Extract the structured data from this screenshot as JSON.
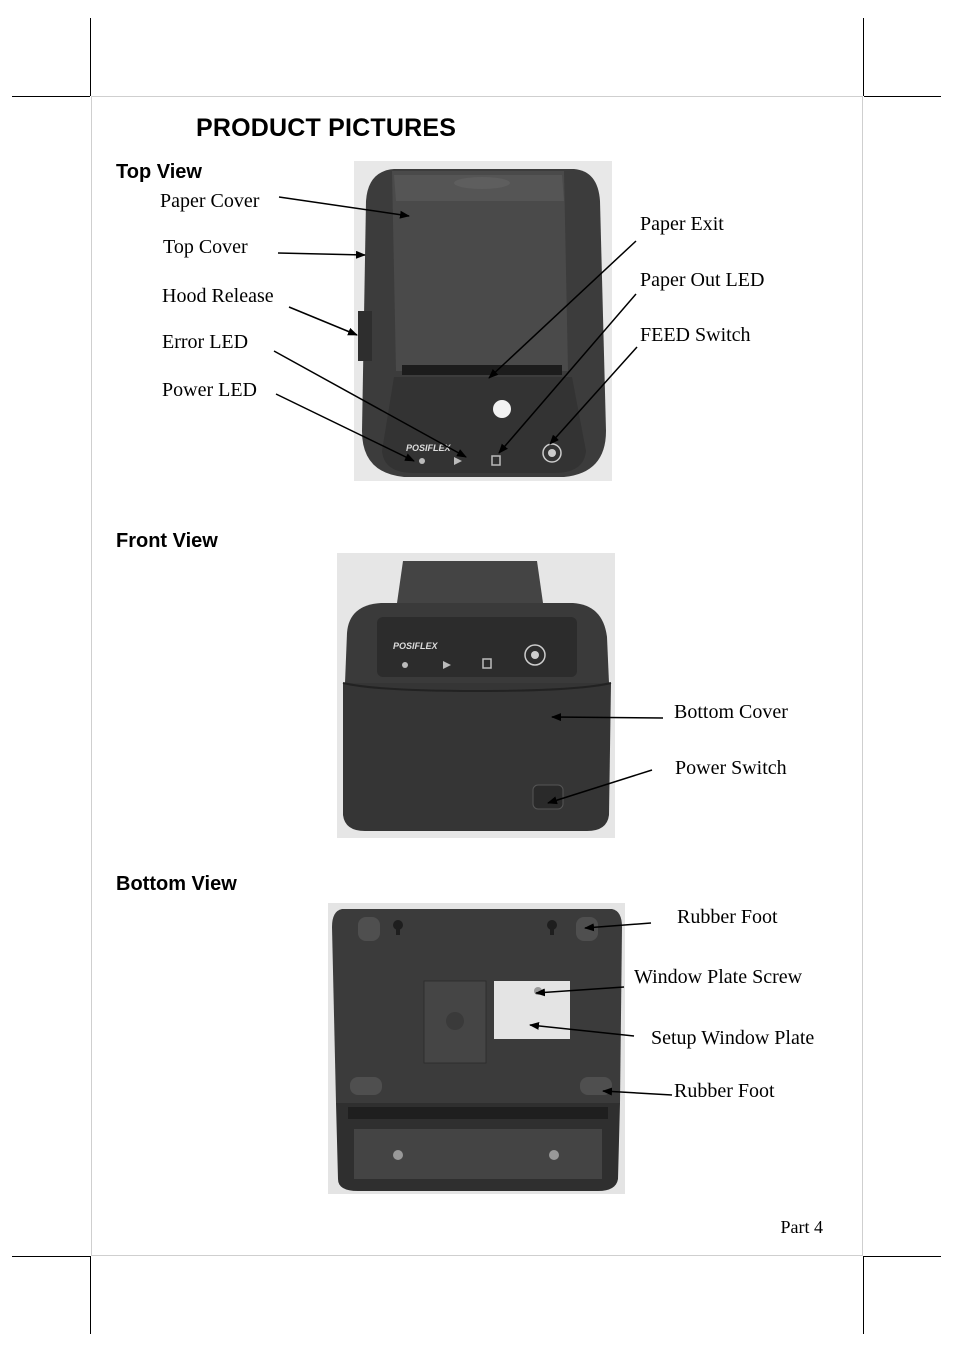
{
  "page": {
    "title": "PRODUCT PICTURES",
    "footer": "Part 4"
  },
  "top_view": {
    "heading": "Top View",
    "labels": {
      "paper_cover": "Paper Cover",
      "top_cover": "Top Cover",
      "hood_release": "Hood Release",
      "error_led": "Error LED",
      "power_led": "Power LED",
      "paper_exit": "Paper Exit",
      "paper_out_led": "Paper Out LED",
      "feed_switch": "FEED Switch"
    },
    "printer_brand": "POSIFLEX"
  },
  "front_view": {
    "heading": "Front View",
    "labels": {
      "bottom_cover": "Bottom Cover",
      "power_switch": "Power Switch"
    },
    "printer_brand": "POSIFLEX"
  },
  "bottom_view": {
    "heading": "Bottom View",
    "labels": {
      "rubber_foot_top": "Rubber Foot",
      "window_plate_screw": "Window Plate Screw",
      "setup_window_plate": "Setup Window Plate",
      "rubber_foot_bottom": "Rubber Foot"
    }
  },
  "colors": {
    "printer_body": "#3a3a3a",
    "printer_dark": "#262626",
    "photo_bg": "#e6e6e6"
  }
}
